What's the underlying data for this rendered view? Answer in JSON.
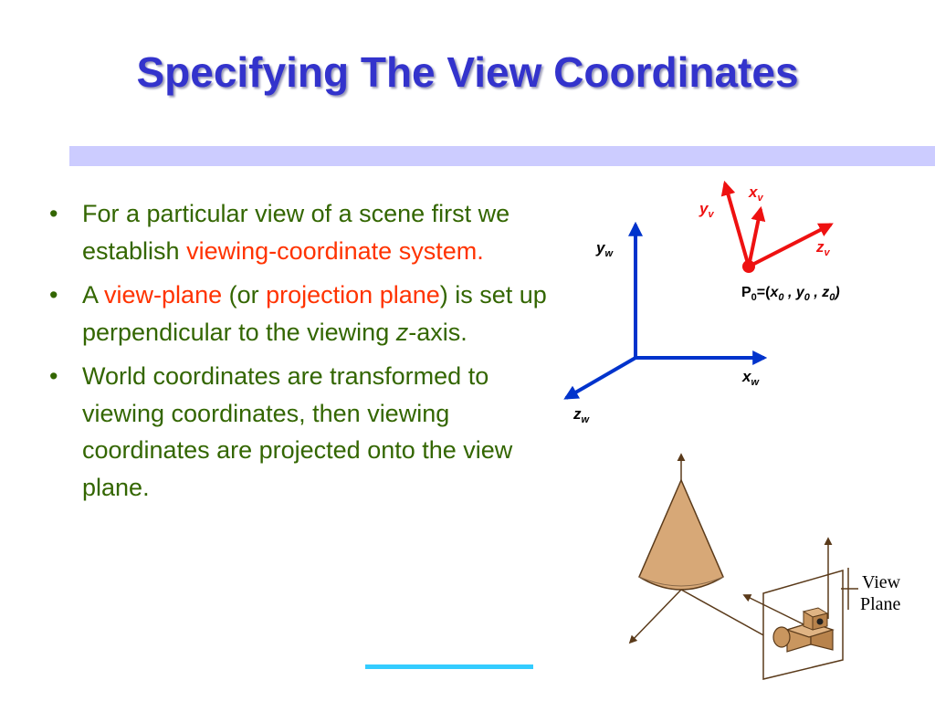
{
  "slide": {
    "title": "Specifying The View Coordinates",
    "bullets": [
      {
        "marker": "•",
        "parts": [
          {
            "text": "For a particular view of a scene first we establish ",
            "style": "normal"
          },
          {
            "text": "viewing-coordinate system",
            "style": "highlight"
          },
          {
            "text": ".",
            "style": "highlight"
          }
        ]
      },
      {
        "marker": "•",
        "parts": [
          {
            "text": "A ",
            "style": "normal"
          },
          {
            "text": "view-plane",
            "style": "highlight"
          },
          {
            "text": " (or ",
            "style": "normal"
          },
          {
            "text": "projection plane",
            "style": "highlight"
          },
          {
            "text": ") is set up perpendicular to the viewing ",
            "style": "normal"
          },
          {
            "text": "z",
            "style": "italic"
          },
          {
            "text": "-axis.",
            "style": "normal"
          }
        ]
      },
      {
        "marker": "•",
        "parts": [
          {
            "text": "World coordinates are transformed to viewing coordinates, then viewing coordinates are projected onto the view plane.",
            "style": "normal"
          }
        ]
      }
    ]
  },
  "diagram": {
    "world_axes": {
      "y": {
        "base": "y",
        "sub": "w"
      },
      "x": {
        "base": "x",
        "sub": "w"
      },
      "z": {
        "base": "z",
        "sub": "w"
      }
    },
    "view_axes": {
      "x": {
        "base": "x",
        "sub": "v"
      },
      "y": {
        "base": "y",
        "sub": "v"
      },
      "z": {
        "base": "z",
        "sub": "v"
      }
    },
    "origin_label": {
      "prefix": "P",
      "prefix_sub": "0",
      "eq": "=(",
      "x": "x",
      "x_sub": "0",
      "sep1": " , ",
      "y": "y",
      "y_sub": "0",
      "sep2": " , ",
      "z": "z",
      "z_sub": "0",
      "close": ")"
    },
    "view_plane_label": {
      "line1": "View",
      "line2": "Plane"
    }
  },
  "colors": {
    "title": "#3333cc",
    "title_bar": "#ccccff",
    "body_text": "#336600",
    "highlight": "#ff3300",
    "world_axis": "#0033cc",
    "view_axis": "#ee1111",
    "cone": "#d7a877",
    "accent_line": "#33ccff"
  }
}
